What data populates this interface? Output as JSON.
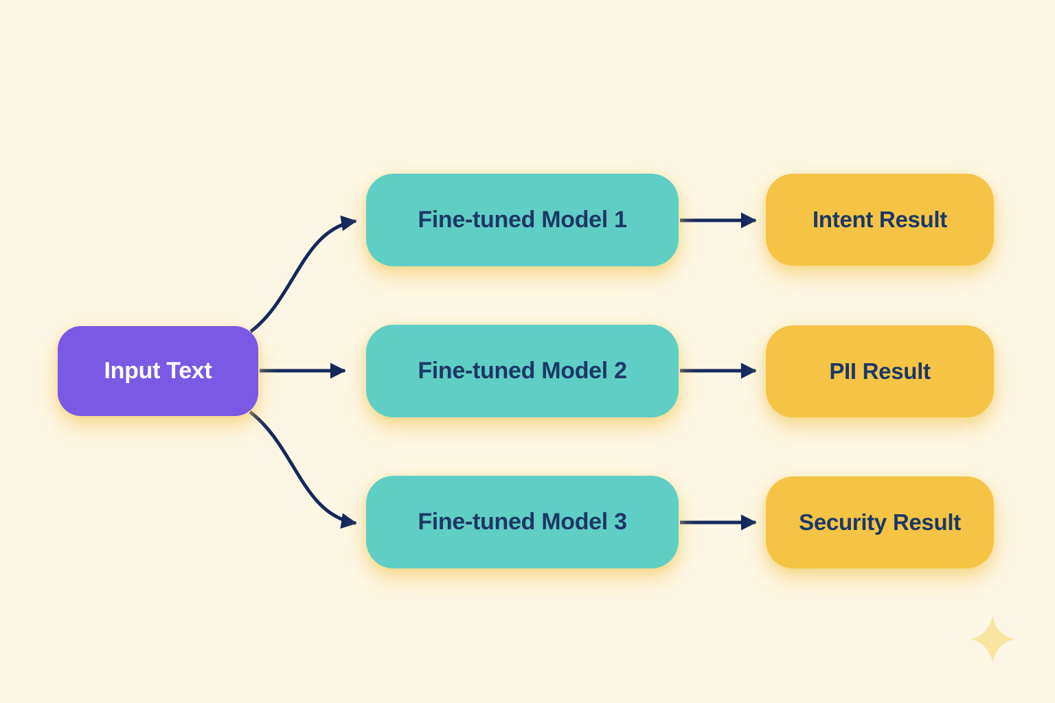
{
  "colors": {
    "background": "#FCF7E5",
    "arrow": "#15285C",
    "input_fill": "#7A5AE4",
    "input_text": "#FFFFFF",
    "model_fill": "#5FCEC5",
    "result_fill": "#F6C445",
    "node_text": "#1B3866",
    "sparkle": "#F9E5A2"
  },
  "nodes": {
    "input": {
      "label": "Input Text"
    },
    "models": [
      {
        "label": "Fine-tuned Model 1"
      },
      {
        "label": "Fine-tuned Model 2"
      },
      {
        "label": "Fine-tuned Model 3"
      }
    ],
    "results": [
      {
        "label": "Intent Result"
      },
      {
        "label": "PII Result"
      },
      {
        "label": "Security Result"
      }
    ]
  }
}
